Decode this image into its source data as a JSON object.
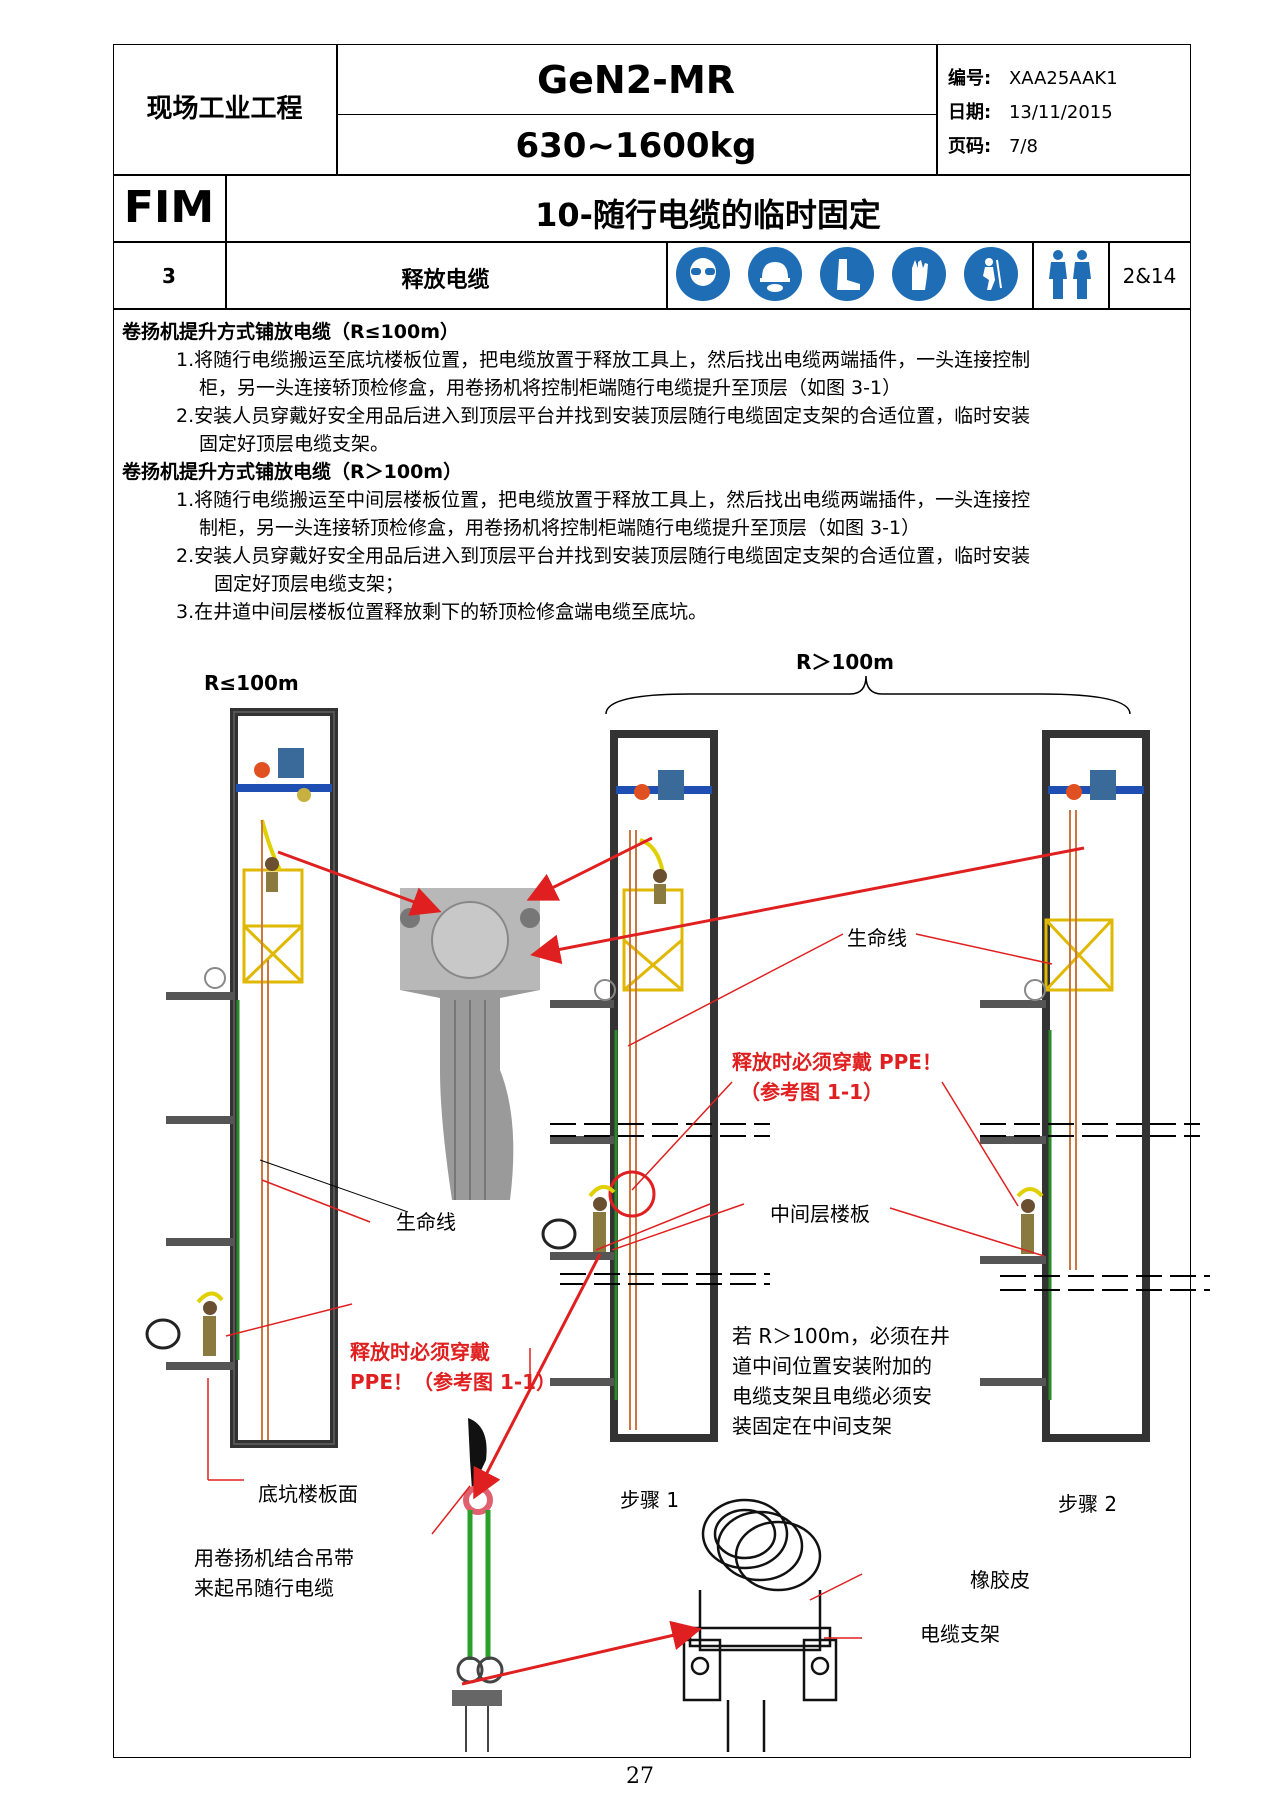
{
  "header": {
    "department": "现场工业工程",
    "product": "GeN2-MR",
    "capacity": "630~1600kg",
    "code_label": "编号:",
    "code_value": "XAA25AAK1",
    "date_label": "日期:",
    "date_value": "13/11/2015",
    "page_label": "页码:",
    "page_value": "7/8"
  },
  "section": {
    "fim": "FIM",
    "title": "10-随行电缆的临时固定",
    "step_no": "3",
    "step_title": "释放电缆",
    "ppe_icons": [
      "goggles-icon",
      "helmet-icon",
      "boots-icon",
      "gloves-icon",
      "harness-icon"
    ],
    "persons_icon": "two-persons-icon",
    "persons_ref": "2&14"
  },
  "body": {
    "h1": "卷扬机提升方式铺放电缆（R≤100m）",
    "h1_items": [
      "1.将随行电缆搬运至底坑楼板位置，把电缆放置于释放工具上，然后找出电缆两端插件，一头连接控制",
      "柜，另一头连接轿顶检修盒，用卷扬机将控制柜端随行电缆提升至顶层（如图 3-1）",
      "2.安装人员穿戴好安全用品后进入到顶层平台并找到安装顶层随行电缆固定支架的合适位置，临时安装",
      "固定好顶层电缆支架。"
    ],
    "h2": "卷扬机提升方式铺放电缆（R＞100m）",
    "h2_items": [
      "1.将随行电缆搬运至中间层楼板位置，把电缆放置于释放工具上，然后找出电缆两端插件，一头连接控",
      "制柜，另一头连接轿顶检修盒，用卷扬机将控制柜端随行电缆提升至顶层（如图 3-1）",
      "2.安装人员穿戴好安全用品后进入到顶层平台并找到安装顶层随行电缆固定支架的合适位置，临时安装",
      "固定好顶层电缆支架；",
      "3.在井道中间层楼板位置释放剩下的轿顶检修盒端电缆至底坑。"
    ]
  },
  "figure": {
    "label_left": "R≤100m",
    "label_right": "R＞100m",
    "lifeline_1": "生命线",
    "lifeline_2": "生命线",
    "ppe_warning_1a": "释放时必须穿戴 PPE！",
    "ppe_warning_1b": "（参考图 1-1）",
    "ppe_warning_2a": "释放时必须穿戴",
    "ppe_warning_2b": "PPE！（参考图 1-1）",
    "middle_floor": "中间层楼板",
    "note_lines": [
      "若 R＞100m，必须在井",
      "道中间位置安装附加的",
      "电缆支架且电缆必须安",
      "装固定在中间支架"
    ],
    "pit_floor": "底坑楼板面",
    "step1": "步骤 1",
    "step2": "步骤 2",
    "hoist_lines": [
      "用卷扬机结合吊带",
      "来起吊随行电缆"
    ],
    "rubber": "橡胶皮",
    "cable_bracket": "电缆支架"
  },
  "footer": {
    "page_number": "27"
  }
}
